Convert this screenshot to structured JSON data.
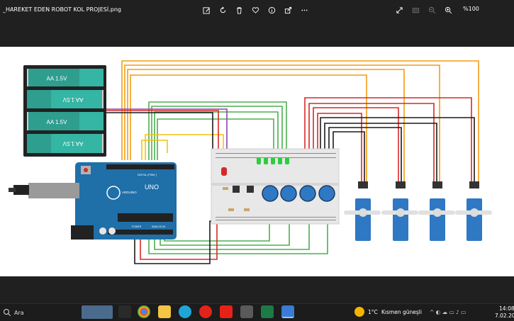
{
  "window": {
    "filename": "_HAREKET EDEN ROBOT KOL PROJESİ.png",
    "zoom": "%100"
  },
  "circuit": {
    "battery_labels": [
      "AA 1.5V",
      "AA 1.5V",
      "AA 1.5V",
      "AA 1.5V"
    ],
    "board_name": "UNO",
    "board_brand": "ARDUINO",
    "board_header_digital": "DIGITAL (PWM~)",
    "board_header_power": "POWER",
    "board_header_analog": "ANALOG IN"
  },
  "taskbar": {
    "search_label": "Ara",
    "weather_temp": "1°C",
    "weather_desc": "Kısmen güneşli",
    "time": "14:08",
    "date": "7.02.202"
  },
  "colors": {
    "wire_orange": "#f39c12",
    "wire_red": "#d62828",
    "wire_black": "#1a1a1a",
    "wire_green": "#4caf50",
    "wire_yellow": "#f1c40f",
    "wire_purple": "#8e44ad",
    "arduino_blue": "#1f6fa8",
    "servo_blue": "#2f78c4"
  }
}
